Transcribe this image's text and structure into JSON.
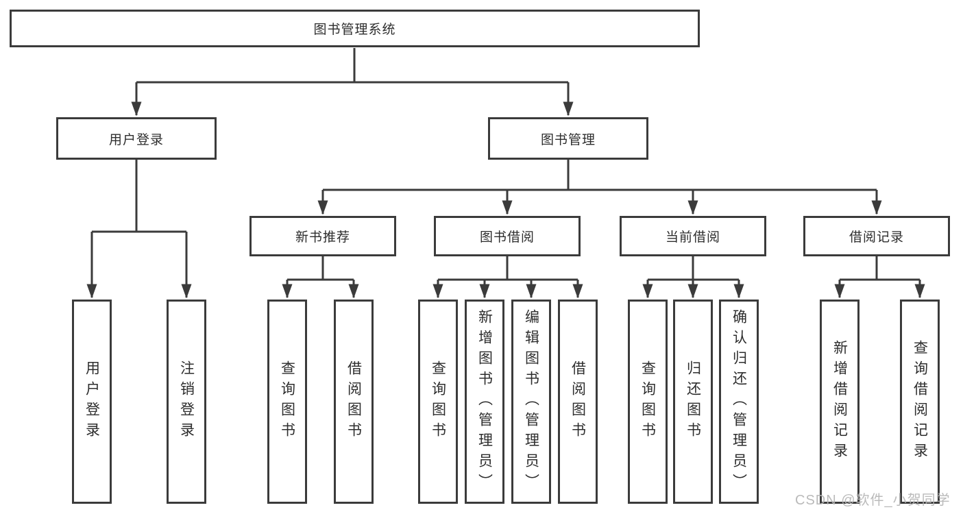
{
  "colors": {
    "line": "#3b3b3b",
    "box_border": "#3b3b3b",
    "text": "#2d2d2d",
    "watermark": "#b5b5b5",
    "background": "#ffffff"
  },
  "tree": {
    "root": {
      "label": "图书管理系统"
    },
    "branches": [
      {
        "label": "用户登录",
        "leaves": [
          {
            "label": "用户登录"
          },
          {
            "label": "注销登录"
          }
        ]
      },
      {
        "label": "图书管理",
        "sections": [
          {
            "label": "新书推荐",
            "leaves": [
              {
                "label": "查询图书"
              },
              {
                "label": "借阅图书"
              }
            ]
          },
          {
            "label": "图书借阅",
            "leaves": [
              {
                "label": "查询图书"
              },
              {
                "label": "新增图书（管理员）"
              },
              {
                "label": "编辑图书（管理员）"
              },
              {
                "label": "借阅图书"
              }
            ]
          },
          {
            "label": "当前借阅",
            "leaves": [
              {
                "label": "查询图书"
              },
              {
                "label": "归还图书"
              },
              {
                "label": "确认归还（管理员）"
              }
            ]
          },
          {
            "label": "借阅记录",
            "leaves": [
              {
                "label": "新增借阅记录"
              },
              {
                "label": "查询借阅记录"
              }
            ]
          }
        ]
      }
    ]
  },
  "watermark": {
    "text": "CSDN @软件_小贺同学"
  }
}
